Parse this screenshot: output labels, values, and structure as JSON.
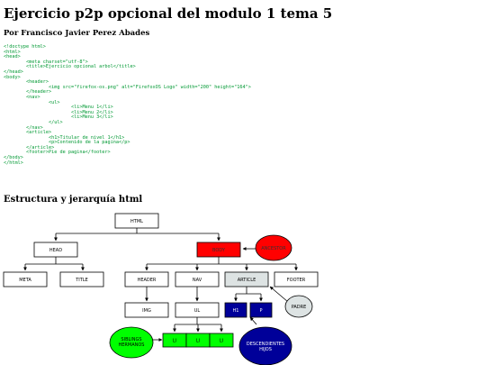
{
  "page": {
    "title": "Ejercicio p2p opcional del modulo 1 tema 5",
    "author": "Por Francisco Javier Perez Abades",
    "section_title": "Estructura y jerarquía html"
  },
  "code_lines": [
    "<!doctype html>",
    "<html>",
    "<head>",
    "        <meta charset=\"utf-8\">",
    "        <title>Ejercicio opcional arbol</title>",
    "</head>",
    "<body>",
    "        <header>",
    "                <img src=\"firefox-os.png\" alt=\"FirefoxOS Logo\" width=\"200\" height=\"164\">",
    "        </header>",
    "        <nav>",
    "                <ul>",
    "                        <li>Menu 1</li>",
    "                        <li>Menu 2</li>",
    "                        <li>Menu 3</li>",
    "                </ul>",
    "        </nav>",
    "        <article>",
    "                <h1>Titular de nivel 1</h1>",
    "                <p>Contenido de la pagina</p>",
    "        </article>",
    "        <footer>Pie de pagina</footer>",
    "</body>",
    "</html>"
  ],
  "diagram": {
    "nodes": {
      "html": "HTML",
      "head": "HEAD",
      "body": "BODY",
      "meta": "META",
      "title": "TITLE",
      "header": "HEADER",
      "nav": "NAV",
      "article": "ARTICLE",
      "footer": "FOOTER",
      "img": "IMG",
      "ul": "UL",
      "h1": "H1",
      "p": "P",
      "li_1": "LI",
      "li_2": "LI",
      "li_3": "LI"
    },
    "annotations": {
      "ancestor": "ANCESTOR",
      "padre": "PADRE",
      "siblings_line1": "SIBLINGS",
      "siblings_line2": "HERMANOS",
      "descendants_line1": "DESCENDIENTES",
      "descendants_line2": "HIJOS"
    },
    "colors": {
      "body_fill": "#ff0000",
      "ancestor_fill": "#ff0000",
      "article_fill": "#dde3e3",
      "padre_fill": "#dde3e3",
      "children_fill": "#000099",
      "li_fill": "#00ff00",
      "siblings_fill": "#00ff00",
      "descendants_fill": "#000099"
    }
  }
}
